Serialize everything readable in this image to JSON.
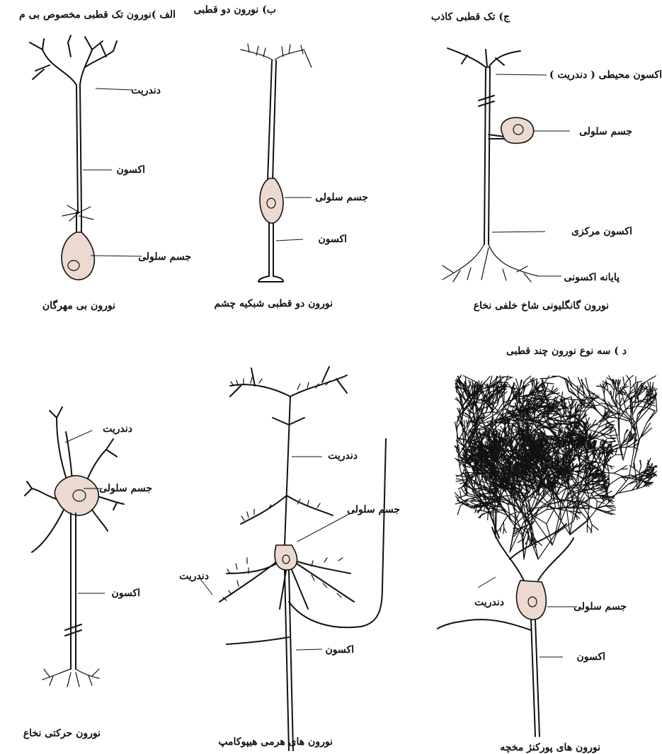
{
  "panels": {
    "a_title": "الف )نورون تک قطبی مخصوص بی م",
    "b_title": "ب) نورون دو قطبی",
    "c_title": "ج) تک قطبی کاذب",
    "d_title": "د ) سه نوع نورون چند قطبی"
  },
  "labels": {
    "a_dendrite": "دندریت",
    "a_axon": "اکسون",
    "a_soma": "جسم سلولی",
    "a_caption": "نورون بی مهرگان",
    "b_soma": "جسم سلولی",
    "b_axon": "اکسون",
    "b_caption": "نورون  دو قطبی شبکیه چشم",
    "c_peripheral": "اکسون محیطی ( دندریت )",
    "c_soma": "جسم سلولی",
    "c_central": "اکسون مرکزی",
    "c_terminal": "پایانه اکسونی",
    "c_caption": "نورون  گانگلیونی شاخ خلفی نخاع",
    "m_dendrite": "دندریت",
    "m_soma": "جسم سلولی",
    "m_axon": "اکسون",
    "m_caption": "نورون حرکتی نخاع",
    "p_dendrite_top": "دندریت",
    "p_soma": "جسم سلولی",
    "p_dendrite_left": "دندریت",
    "p_axon": "اکسون",
    "p_caption": "نورون های هرمی هیپوکامپ",
    "k_dendrite": "دندریت",
    "k_soma": "جسم سلولی",
    "k_axon": "اکسون",
    "k_caption": "نورون های پورکنژ مخچه"
  },
  "colors": {
    "soma_fill": "#ecd9cf",
    "ink": "#111111"
  }
}
